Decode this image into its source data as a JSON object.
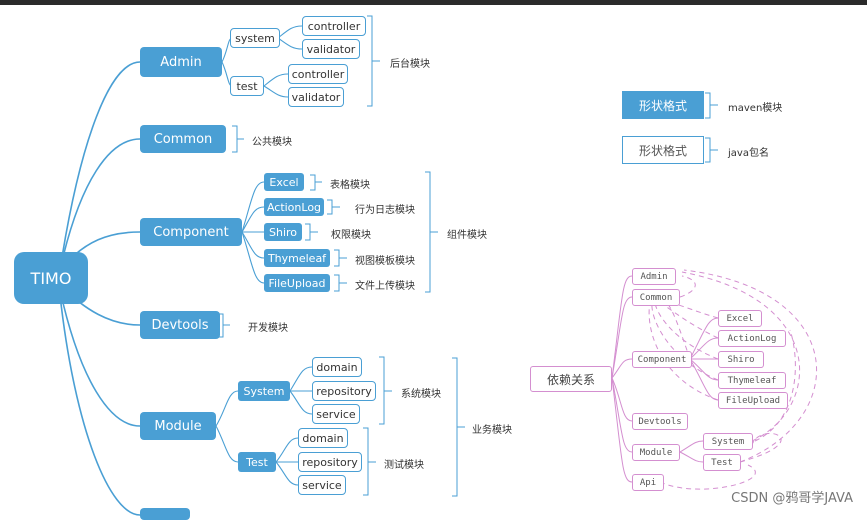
{
  "root": "TIMO",
  "admin": {
    "label": "Admin",
    "system": "system",
    "test": "test",
    "controller": "controller",
    "validator": "validator",
    "note": "后台模块"
  },
  "common": {
    "label": "Common",
    "note": "公共模块"
  },
  "component": {
    "label": "Component",
    "items": [
      {
        "label": "Excel",
        "note": "表格模块"
      },
      {
        "label": "ActionLog",
        "note": "行为日志模块"
      },
      {
        "label": "Shiro",
        "note": "权限模块"
      },
      {
        "label": "Thymeleaf",
        "note": "视图模板模块"
      },
      {
        "label": "FileUpload",
        "note": "文件上传模块"
      }
    ],
    "note": "组件模块"
  },
  "devtools": {
    "label": "Devtools",
    "note": "开发模块"
  },
  "module": {
    "label": "Module",
    "system": "System",
    "test": "Test",
    "children": [
      "domain",
      "repository",
      "service"
    ],
    "system_note": "系统模块",
    "test_note": "测试模块",
    "note": "业务模块"
  },
  "legend": {
    "filled_label": "形状格式",
    "filled_desc": "maven模块",
    "outline_label": "形状格式",
    "outline_desc": "java包名"
  },
  "deps": {
    "title": "依赖关系",
    "nodes": {
      "admin": "Admin",
      "common": "Common",
      "component": "Component",
      "devtools": "Devtools",
      "module": "Module",
      "api": "Api",
      "excel": "Excel",
      "actionlog": "ActionLog",
      "shiro": "Shiro",
      "thymeleaf": "Thymeleaf",
      "fileupload": "FileUpload",
      "system": "System",
      "test": "Test"
    }
  },
  "watermark": "CSDN @鸦哥学JAVA",
  "colors": {
    "blue": "#4a9fd4",
    "pink": "#d48fd0"
  }
}
